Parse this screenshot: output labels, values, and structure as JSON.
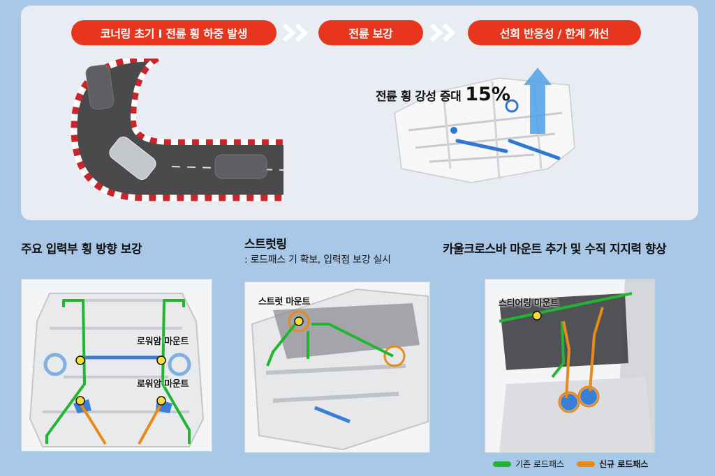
{
  "steps": [
    {
      "label": "코너링 초기 I 전륜 횡 하중 발생"
    },
    {
      "label": "전륜 보강"
    },
    {
      "label": "선회 반응성 / 한계 개선"
    }
  ],
  "stat": {
    "label": "전륜 횡 강성 증대",
    "value": "15%"
  },
  "sections": [
    {
      "title": "주요 입력부 횡 방향 보강",
      "labels": [
        "로워암 마운트",
        "로워암 마운트"
      ]
    },
    {
      "title": "스트럿링",
      "subtitle": ": 로드패스 기 확보, 입력점 보강 실시",
      "labels": [
        "스트럿 마운트"
      ]
    },
    {
      "title": "카울크로스바 마운트 추가 및 수직 지지력 향상",
      "labels": [
        "스티어링 마운트"
      ]
    }
  ],
  "legend": [
    {
      "label": "기존 로드패스",
      "color": "#22b531"
    },
    {
      "label": "신규 로드패스",
      "color": "#e88a1a"
    }
  ],
  "colors": {
    "accent": "#e8361e",
    "existing_path": "#22b531",
    "new_path": "#e88a1a",
    "background": "#a9c8e8"
  }
}
